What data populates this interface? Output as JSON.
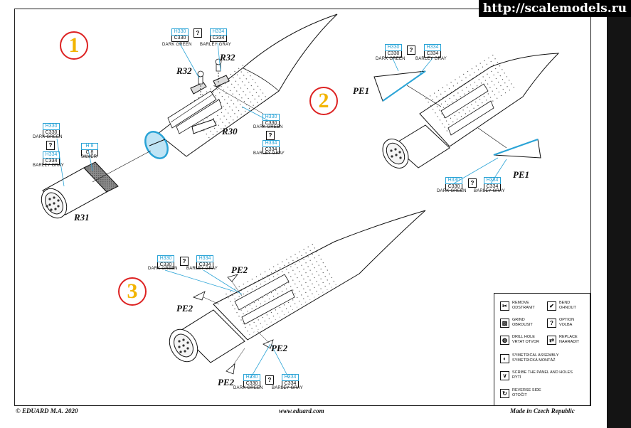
{
  "watermark": "http://scalemodels.ru",
  "steps": [
    "1",
    "2",
    "3"
  ],
  "parts": {
    "r31": "R31",
    "r30": "R30",
    "r32a": "R32",
    "r32b": "R32",
    "pe1a": "PE1",
    "pe1b": "PE1",
    "pe2a": "PE2",
    "pe2b": "PE2",
    "pe2c": "PE2",
    "pe2d": "PE2"
  },
  "colors": {
    "h330": "H330",
    "c330": "C330",
    "dark_green": "DARK GREEN",
    "h334": "H334",
    "c334": "C334",
    "barley_gray": "BARLEY GRAY",
    "h8": "H 8",
    "c8": "C 8",
    "silver": "SILVER",
    "option": "?",
    "hex_gunze": "#29a3d6",
    "hex_step_ring": "#dd2222",
    "hex_step_num": "#f2b400"
  },
  "legend": {
    "remove": [
      "REMOVE",
      "ODSTRANIT"
    ],
    "bend": [
      "BEND",
      "OHNOUT"
    ],
    "grind": [
      "GRIND",
      "OBROUSIT"
    ],
    "option": [
      "OPTION",
      "VOLBA"
    ],
    "drill": [
      "DRILL HOLE",
      "VRTAT OTVOR"
    ],
    "replace": [
      "REPLACE",
      "NAHRADIT"
    ],
    "symmetrical": [
      "SYMETRICAL ASSEMBLY",
      "SYMETRICKÁ MONTÁŽ"
    ],
    "scribe": [
      "SCRIBE THE PANEL AND HOLES",
      "RYTÍ"
    ],
    "reverse": [
      "REVERSE SIDE",
      "OTOČIT"
    ]
  },
  "footer": {
    "copyright": "© EDUARD  M.A. 2020",
    "website": "www.eduard.com",
    "made_in": "Made in Czech Republic"
  }
}
